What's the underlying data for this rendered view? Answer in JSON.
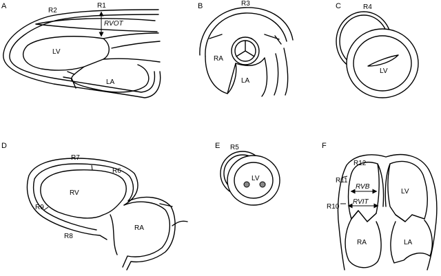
{
  "panels": {
    "A": {
      "letter": "A",
      "labels": {
        "r1": "R1",
        "r2": "R2",
        "rvot": "RVOT",
        "lv": "LV",
        "la": "LA"
      }
    },
    "B": {
      "letter": "B",
      "labels": {
        "r3": "R3",
        "ra": "RA",
        "la": "LA"
      }
    },
    "C": {
      "letter": "C",
      "labels": {
        "r4": "R4",
        "lv": "LV"
      }
    },
    "D": {
      "letter": "D",
      "labels": {
        "r6": "R6",
        "r7": "R7",
        "r8": "R8",
        "r9": "R9",
        "rv": "RV",
        "ra": "RA"
      }
    },
    "E": {
      "letter": "E",
      "labels": {
        "r5": "R5",
        "lv": "LV"
      }
    },
    "F": {
      "letter": "F",
      "labels": {
        "r10": "R10",
        "r11": "R11",
        "r12": "R12",
        "rvb": "RVB",
        "rvit": "RVIT",
        "lv": "LV",
        "ra": "RA",
        "la": "LA"
      }
    }
  }
}
